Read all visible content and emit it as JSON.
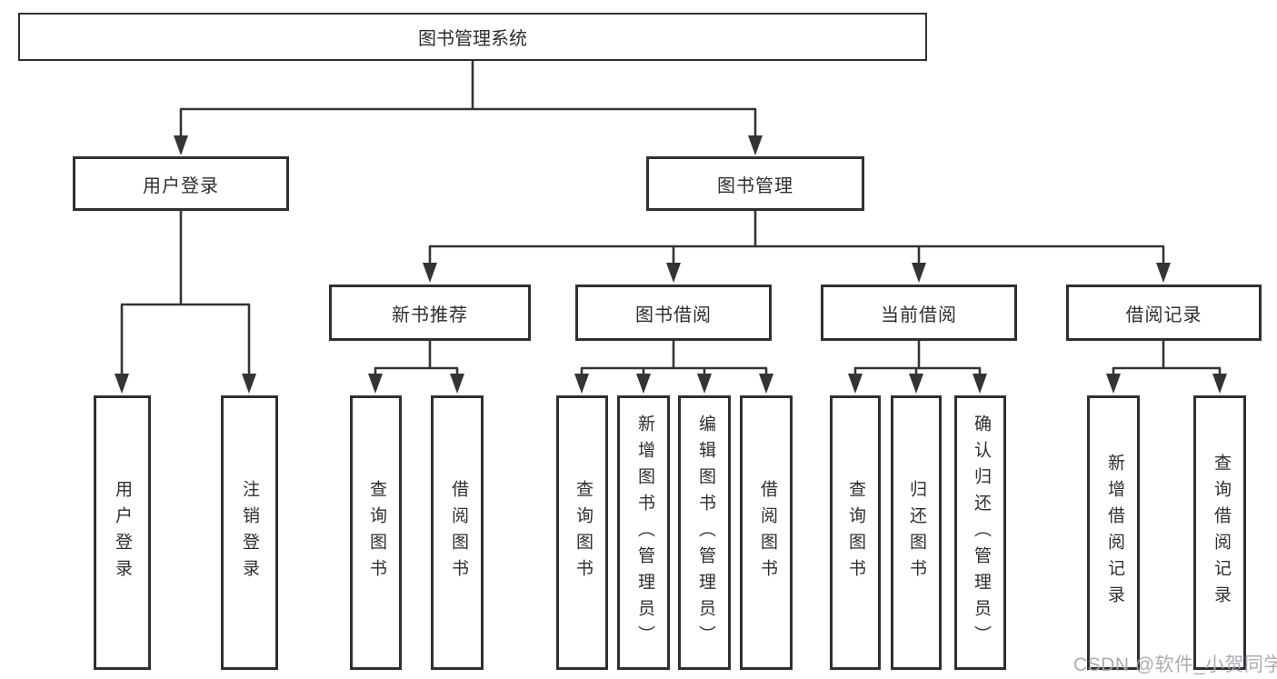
{
  "diagram": {
    "title": "图书管理系统",
    "root": {
      "label": "图书管理系统"
    },
    "branches": [
      {
        "label": "用户登录",
        "children": [
          {
            "label": "用户登录"
          },
          {
            "label": "注销登录"
          }
        ]
      },
      {
        "label": "图书管理",
        "groups": [
          {
            "label": "新书推荐",
            "children": [
              {
                "label": "查询图书"
              },
              {
                "label": "借阅图书"
              }
            ]
          },
          {
            "label": "图书借阅",
            "children": [
              {
                "label": "查询图书"
              },
              {
                "label": "新增图书（管理员）"
              },
              {
                "label": "编辑图书（管理员）"
              },
              {
                "label": "借阅图书"
              }
            ]
          },
          {
            "label": "当前借阅",
            "children": [
              {
                "label": "查询图书"
              },
              {
                "label": "归还图书"
              },
              {
                "label": "确认归还（管理员）"
              }
            ]
          },
          {
            "label": "借阅记录",
            "children": [
              {
                "label": "新增借阅记录"
              },
              {
                "label": "查询借阅记录"
              }
            ]
          }
        ]
      }
    ]
  },
  "watermark": {
    "text": "CSDN @软件_小贺同学"
  },
  "colors": {
    "line": "#343434",
    "box_border": "#303030",
    "box_bg": "#ffffff",
    "text": "#2e2e2e",
    "watermark": "#a4aab1"
  }
}
